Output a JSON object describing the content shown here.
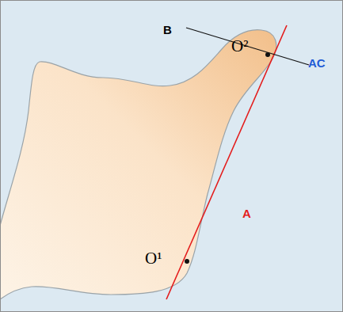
{
  "diagram": {
    "labels": [
      "B",
      "O²",
      "AC",
      "A",
      "O¹"
    ]
  }
}
